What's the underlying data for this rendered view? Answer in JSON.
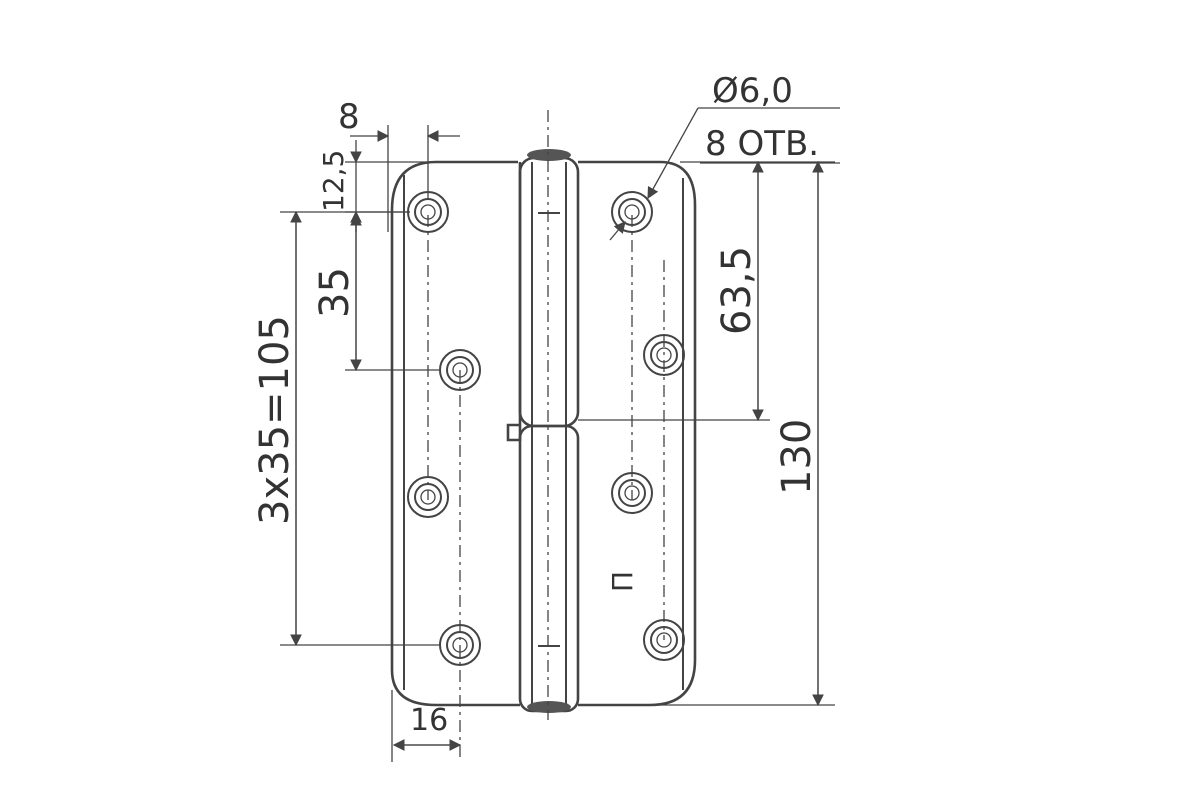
{
  "drawing": {
    "hole_label": "Ø6,0",
    "hole_count_label": "8 ОТВ.",
    "dim_top_offset": "8",
    "dim_top_edge": "12,5",
    "dim_hole_pitch": "35",
    "dim_total_pitch": "3x35=105",
    "dim_knuckle_split": "63,5",
    "dim_total_height": "130",
    "dim_bottom_offset": "16",
    "side_mark": "П",
    "line_color": "#444444",
    "background": "#ffffff"
  }
}
